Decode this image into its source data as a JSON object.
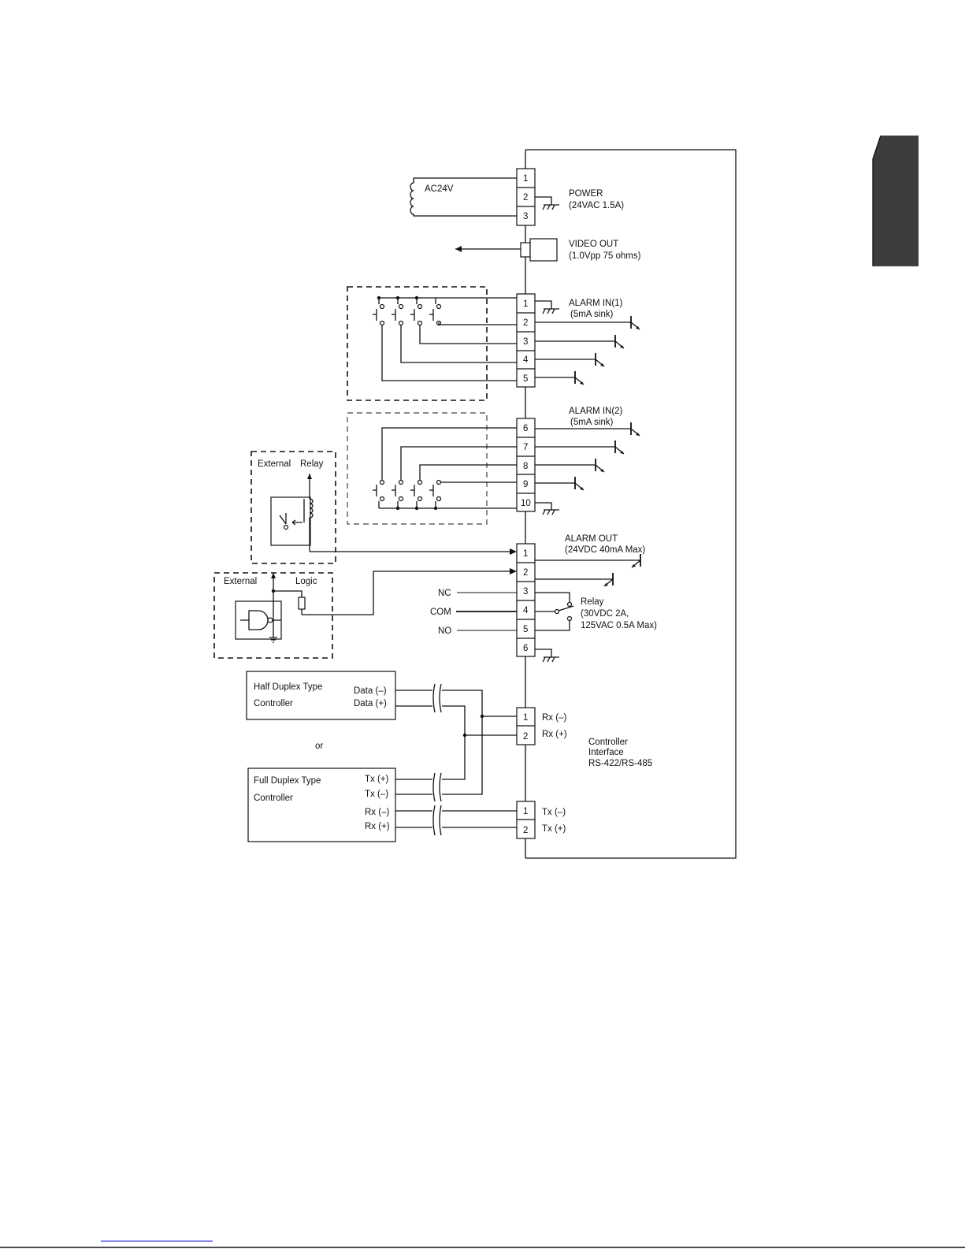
{
  "terminals": {
    "power": [
      "1",
      "2",
      "3"
    ],
    "alarm_in_1": [
      "1",
      "2",
      "3",
      "4",
      "5"
    ],
    "alarm_in_2": [
      "6",
      "7",
      "8",
      "9",
      "10"
    ],
    "alarm_out": [
      "1",
      "2",
      "3",
      "4",
      "5",
      "6"
    ],
    "rx": [
      "1",
      "2"
    ],
    "tx": [
      "1",
      "2"
    ]
  },
  "labels": {
    "ac24v": "AC24V",
    "power_title": "POWER",
    "power_spec": "(24VAC 1.5A)",
    "video_title": "VIDEO OUT",
    "video_spec": "(1.0Vpp 75 ohms)",
    "alarm_in1_title": "ALARM IN(1)",
    "alarm_in1_spec": "(5mA sink)",
    "alarm_in2_title": "ALARM IN(2)",
    "alarm_in2_spec": "(5mA sink)",
    "alarm_out_title": "ALARM OUT",
    "alarm_out_spec": "(24VDC 40mA Max)",
    "ext_relay_a": "External",
    "ext_relay_b": "Relay",
    "ext_logic_a": "External",
    "ext_logic_b": "Logic",
    "nc": "NC",
    "com": "COM",
    "no": "NO",
    "relay_title": "Relay",
    "relay_spec1": "(30VDC 2A,",
    "relay_spec2": "125VAC 0.5A Max)",
    "half_duplex_1": "Half Duplex Type",
    "half_duplex_2": "Controller",
    "data_minus": "Data (–)",
    "data_plus": "Data (+)",
    "or": "or",
    "full_duplex_1": "Full Duplex Type",
    "full_duplex_2": "Controller",
    "ctrl_tx_plus": "Tx (+)",
    "ctrl_tx_minus": "Tx (–)",
    "ctrl_rx_minus": "Rx (–)",
    "ctrl_rx_plus": "Rx (+)",
    "rx_minus": "Rx (–)",
    "rx_plus": "Rx (+)",
    "tx_minus": "Tx (–)",
    "tx_plus": "Tx (+)",
    "ctrl_iface_1": "Controller",
    "ctrl_iface_2": "Interface",
    "ctrl_iface_3": "RS-422/RS-485"
  },
  "colors": {
    "tab": "#3d3d3d",
    "line": "#111111",
    "link": "#1a1aee"
  }
}
